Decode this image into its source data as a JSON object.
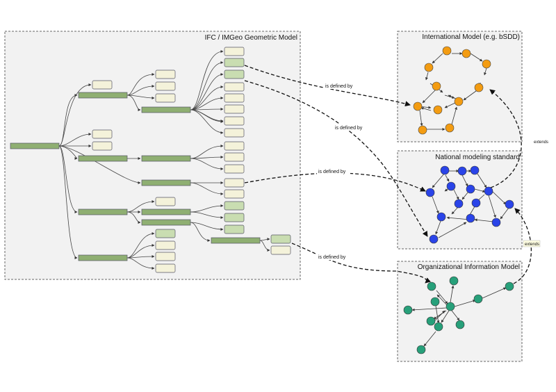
{
  "panels": {
    "geometric": {
      "title": "IFC / IMGeo Geometric Model"
    },
    "international": {
      "title": "International Model (e.g. bSDD)"
    },
    "national": {
      "title": "National modeling standard"
    },
    "organizational": {
      "title": "Organizational Information Model"
    }
  },
  "relations": {
    "defined_by_1": "is defined by",
    "defined_by_2": "is defined by",
    "defined_by_3": "is defined by",
    "defined_by_4": "is defined by",
    "extends_1": "extends",
    "extends_2": "extends"
  },
  "colors": {
    "tree_green": "#8faf72",
    "tree_light": "#f4f2da",
    "tree_pale_green": "#c9ddb1",
    "international_node": "#f39c12",
    "national_node": "#2a44e8",
    "organizational_node": "#27a07a",
    "panel_fill": "#f2f2f2"
  }
}
